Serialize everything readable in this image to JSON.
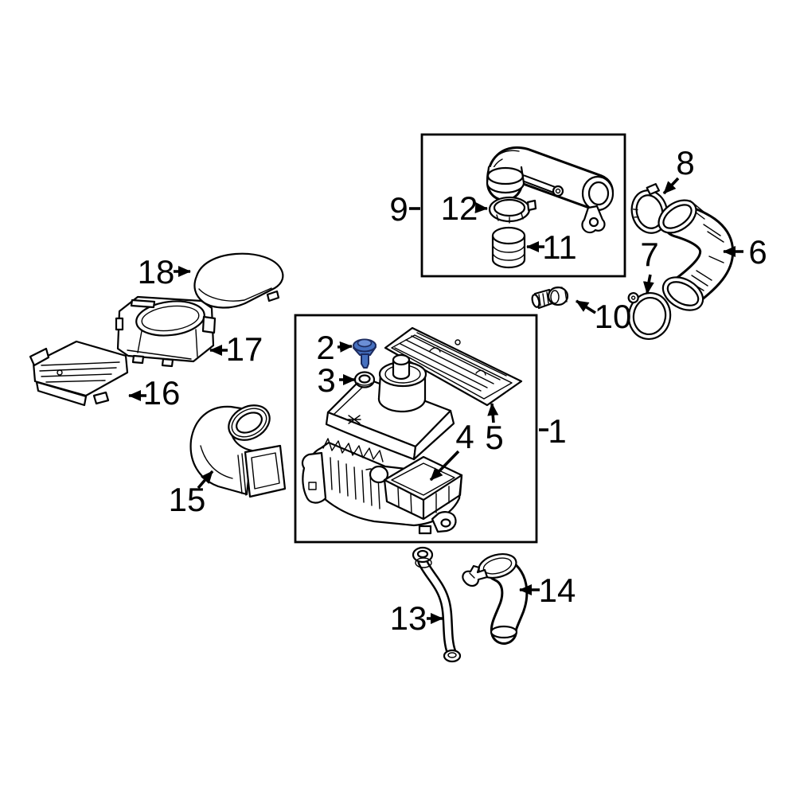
{
  "diagram": {
    "description": "Exploded parts diagram of an engine air intake and air cleaner assembly with numbered callouts; part 2 is highlighted in blue",
    "colors": {
      "bg": "#ffffff",
      "line": "#000000",
      "highlight-fill": "#4570c0",
      "highlight-stroke": "#1b2a5e",
      "highlight-light": "#6b8fd6"
    },
    "callouts": [
      {
        "label": "1",
        "highlighted": false
      },
      {
        "label": "2",
        "highlighted": true
      },
      {
        "label": "3",
        "highlighted": false
      },
      {
        "label": "4",
        "highlighted": false
      },
      {
        "label": "5",
        "highlighted": false
      },
      {
        "label": "6",
        "highlighted": false
      },
      {
        "label": "7",
        "highlighted": false
      },
      {
        "label": "8",
        "highlighted": false
      },
      {
        "label": "9",
        "highlighted": false
      },
      {
        "label": "10",
        "highlighted": false
      },
      {
        "label": "11",
        "highlighted": false
      },
      {
        "label": "12",
        "highlighted": false
      },
      {
        "label": "13",
        "highlighted": false
      },
      {
        "label": "14",
        "highlighted": false
      },
      {
        "label": "15",
        "highlighted": false
      },
      {
        "label": "16",
        "highlighted": false
      },
      {
        "label": "17",
        "highlighted": false
      },
      {
        "label": "18",
        "highlighted": false
      }
    ]
  }
}
